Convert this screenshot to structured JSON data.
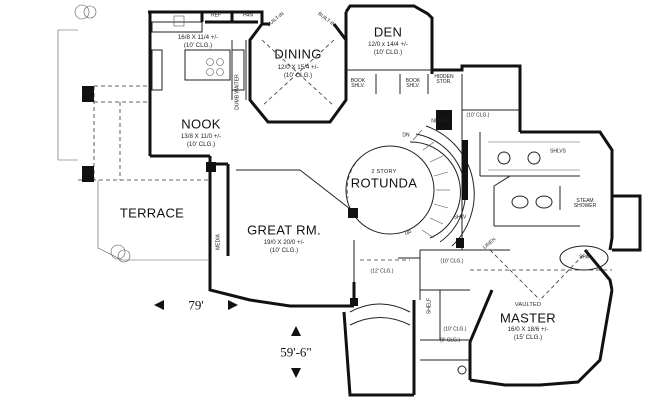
{
  "rooms": {
    "dining": {
      "name": "DINING",
      "size": "12/0 X 15/4 +/-",
      "clg": "(10' CLG.)"
    },
    "den": {
      "name": "DEN",
      "size": "12/0 x 14/4 +/-",
      "clg": "(10' CLG.)"
    },
    "kitchen": {
      "size": "16/8 X 11/4 +/-",
      "clg": "(10' CLG.)"
    },
    "nook": {
      "name": "NOOK",
      "size": "13/8 X 11/0 +/-",
      "clg": "(10' CLG.)"
    },
    "rotunda": {
      "note": "2 STORY",
      "name": "ROTUNDA"
    },
    "terrace": {
      "name": "TERRACE"
    },
    "great_room": {
      "name": "GREAT RM.",
      "size": "19/0 X 20/0 +/-",
      "clg": "(10' CLG.)"
    },
    "master": {
      "note": "VAULTED",
      "name": "MASTER",
      "size": "16/0 X 18/6 +/-",
      "clg": "(15' CLG.)"
    }
  },
  "fixtures": {
    "ref": "REF",
    "pan": "PAN",
    "built_in_1": "BUILT-IN",
    "built_in_2": "BUILT-IN",
    "dumb_waiter": "DUMB WAITER",
    "book_shlv_1": "BOOK SHLV.",
    "book_shlv_2": "BOOK SHLV.",
    "hidden_stor": "HIDDEN STOR.",
    "niche": "NICHE",
    "dn": "DN",
    "up": "UP",
    "shlvs": "SHLVS",
    "steam_shower": "STEAM SHOWER",
    "spa": "SPA",
    "media": "MEDIA",
    "shelf": "SHELF",
    "shlv": "SHLV",
    "linen": "LINEN"
  },
  "ceilings": {
    "hall": "(10' CLG.)",
    "rotunda_side": "(12' CLG.)",
    "center": "(10' CLG.)",
    "bath_entry": "(9' CLG.)",
    "closet": "(10' CLG.)"
  },
  "dimensions": {
    "width": "79'",
    "depth": "59'-6\""
  }
}
